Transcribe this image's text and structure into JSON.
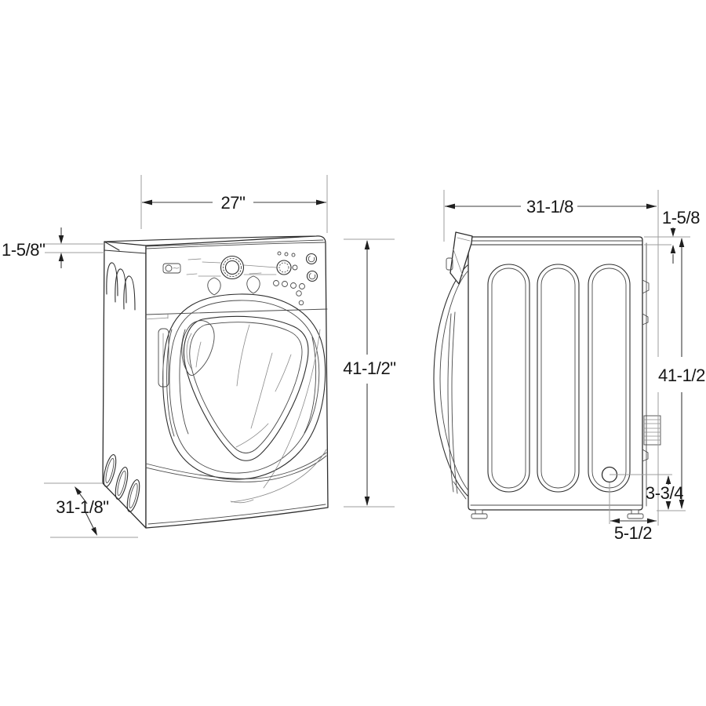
{
  "meta": {
    "description": "Front-load washer dimension line diagram, front perspective view and side view",
    "logo_icon": "ge-profile-badge"
  },
  "dimensions": {
    "front_width": "27\"",
    "front_top_thickness": "1-5/8\"",
    "front_height": "41-1/2\"",
    "front_depth": "31-1/8\"",
    "side_depth": "31-1/8",
    "side_top_thickness": "1-5/8",
    "side_height": "41-1/2",
    "drain_height": "3-3/4",
    "drain_side_offset": "5-1/2"
  },
  "colors": {
    "background": "#ffffff",
    "artwork_line": "#2e2e2e",
    "extension_line": "#9c9c9c",
    "dimension_line": "#3c3c3c",
    "text": "#161616"
  }
}
